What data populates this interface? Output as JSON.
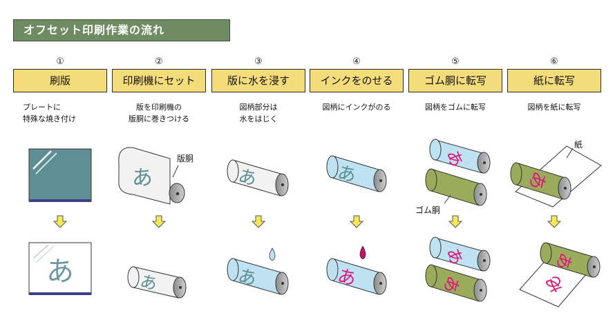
{
  "title": "オフセット印刷作業の流れ",
  "steps": [
    {
      "num": "①",
      "label": "刷版",
      "desc": "プレートに\n特殊な焼き付け"
    },
    {
      "num": "②",
      "label": "印刷機にセット",
      "desc": "版を印刷機の\n版胴に巻きつける"
    },
    {
      "num": "③",
      "label": "版に水を浸す",
      "desc": "図柄部分は\n水をはじく"
    },
    {
      "num": "④",
      "label": "インクをのせる",
      "desc": "図柄にインクがのる"
    },
    {
      "num": "⑤",
      "label": "ゴム胴に転写",
      "desc": "図柄をゴムに転写"
    },
    {
      "num": "⑥",
      "label": "紙に転写",
      "desc": "図柄を紙に転写"
    }
  ],
  "callouts": {
    "plate_cylinder": "版胴",
    "blanket_cylinder": "ゴム胴",
    "paper": "紙"
  },
  "glyph": "あ",
  "colors": {
    "title_bg": "#6e8b61",
    "label_bg": "#f4dc7a",
    "plate": "#5e8f95",
    "ink": "#e0157a",
    "water": "#bfe2f2",
    "rubber": "#9bab5c",
    "arrow": "#f7e85a"
  }
}
